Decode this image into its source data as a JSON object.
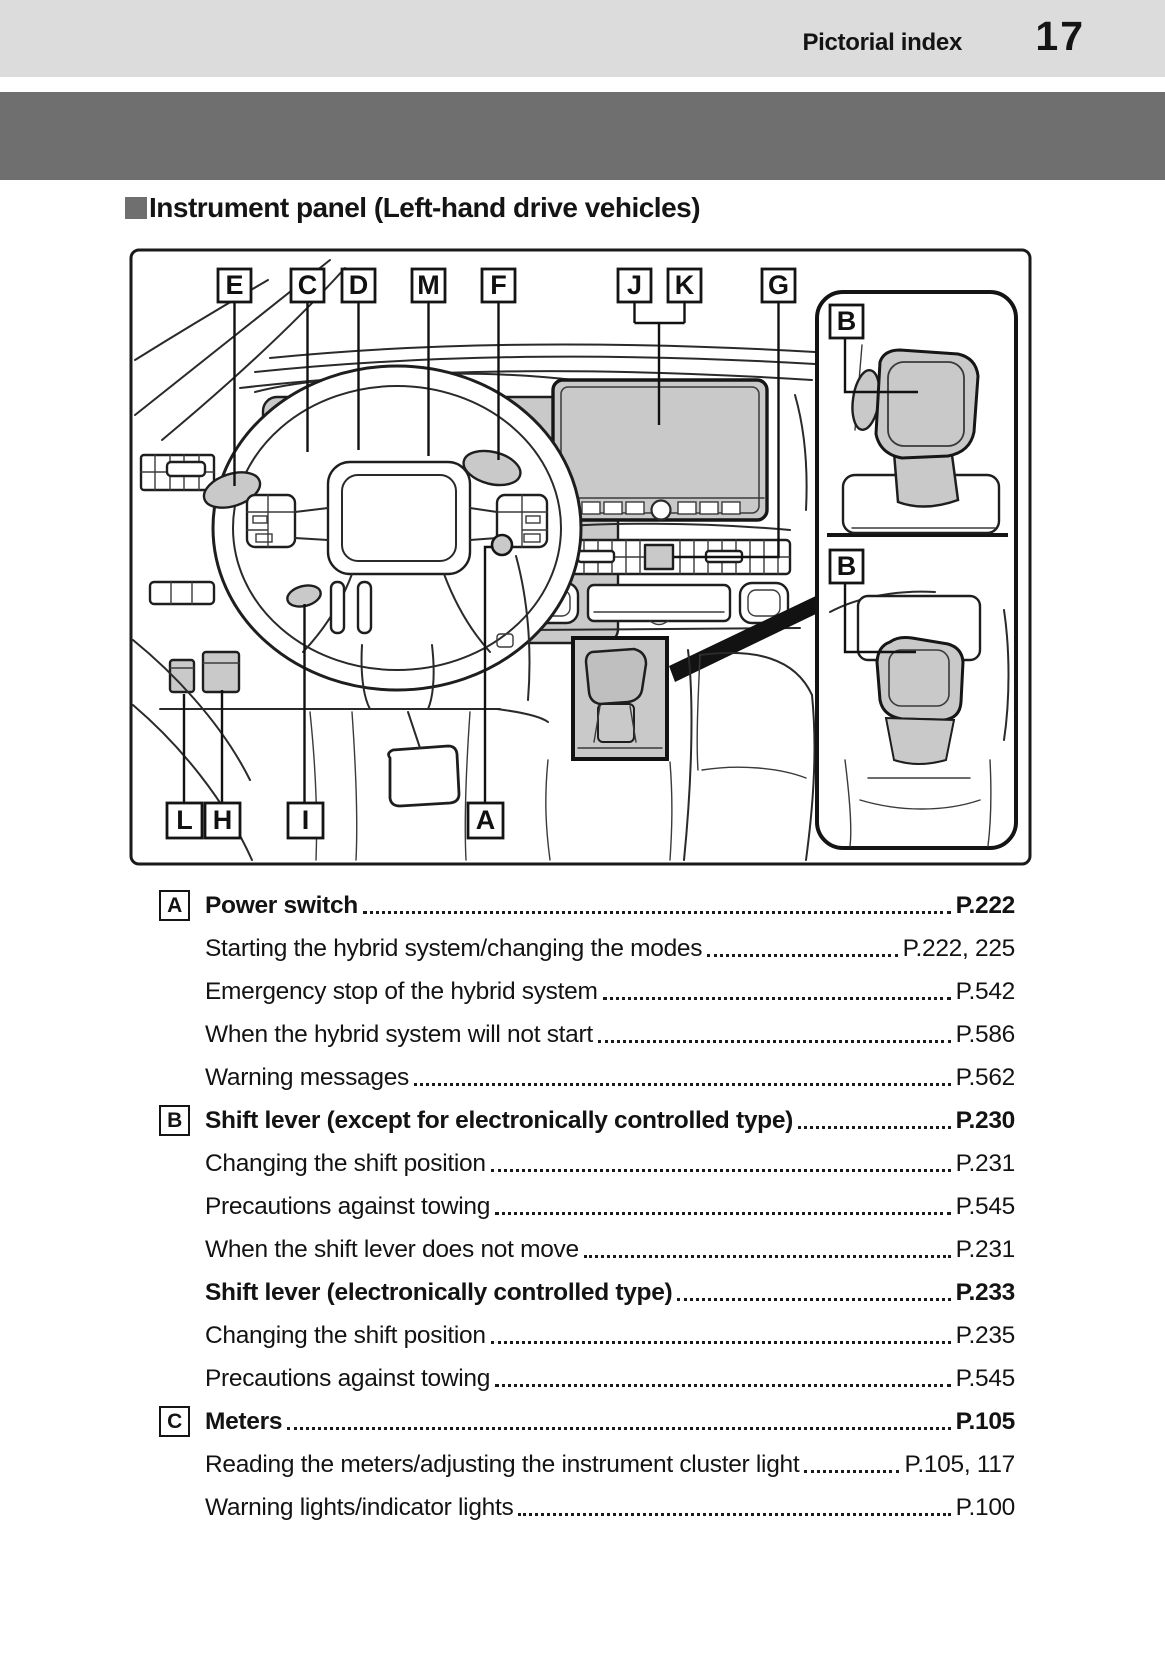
{
  "header": {
    "title": "Pictorial index",
    "page_number": "17"
  },
  "section": {
    "bullet_icon": "square-bullet-icon",
    "title": "Instrument panel (Left-hand drive vehicles)"
  },
  "diagram": {
    "callouts": [
      "E",
      "C",
      "D",
      "M",
      "F",
      "J",
      "K",
      "G",
      "B",
      "B",
      "L",
      "H",
      "I",
      "A"
    ]
  },
  "colors": {
    "header_bar": "#dcdcdc",
    "chapter_band": "#6f6f6f",
    "diagram_shade": "#c9c9c9"
  },
  "index_list": {
    "rows": [
      {
        "type": "main",
        "letter": "A",
        "label": "Power switch",
        "page": "P.222"
      },
      {
        "type": "sub",
        "label": "Starting the hybrid system/changing the modes",
        "page": "P.222, 225"
      },
      {
        "type": "sub",
        "label": "Emergency stop of the hybrid system",
        "page": "P.542"
      },
      {
        "type": "sub",
        "label": "When the hybrid system will not start",
        "page": "P.586"
      },
      {
        "type": "sub",
        "label": "Warning messages",
        "page": "P.562"
      },
      {
        "type": "main",
        "letter": "B",
        "label": "Shift lever (except for electronically controlled type)",
        "page": "P.230"
      },
      {
        "type": "sub",
        "label": "Changing the shift position",
        "page": "P.231"
      },
      {
        "type": "sub",
        "label": "Precautions against towing",
        "page": "P.545"
      },
      {
        "type": "sub",
        "label": "When the shift lever does not move",
        "page": "P.231"
      },
      {
        "type": "main2",
        "label": "Shift lever (electronically controlled type)",
        "page": "P.233"
      },
      {
        "type": "sub",
        "label": "Changing the shift position",
        "page": "P.235"
      },
      {
        "type": "sub",
        "label": "Precautions against towing",
        "page": "P.545"
      },
      {
        "type": "main",
        "letter": "C",
        "label": "Meters",
        "page": "P.105"
      },
      {
        "type": "sub",
        "label": "Reading the meters/adjusting the instrument cluster light",
        "page": "P.105, 117"
      },
      {
        "type": "sub",
        "label": "Warning lights/indicator lights",
        "page": "P.100"
      }
    ]
  }
}
